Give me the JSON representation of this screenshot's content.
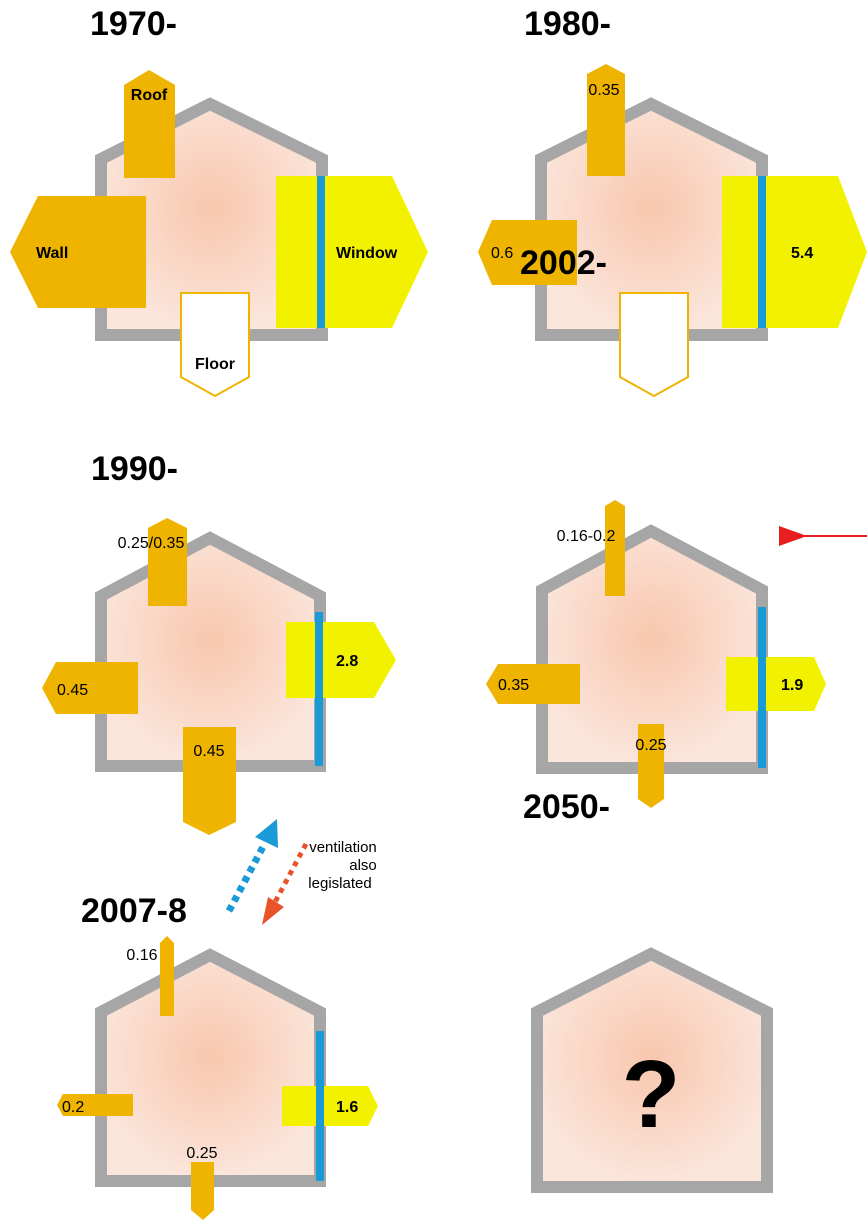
{
  "colors": {
    "wall": "#a6a6a6",
    "heat_element": "#eeb400",
    "window_element": "#f2f200",
    "glass": "#1a9ad6",
    "interior": "#fbe6dc",
    "interior_center": "#f8c7ae",
    "ventilation_out": "#1a9ad6",
    "ventilation_in": "#e8532a",
    "pointer_arrow": "#e61e1e"
  },
  "panels": [
    {
      "year": "1970-",
      "roof": "Roof",
      "wall": "Wall",
      "window": "Window",
      "floor": "Floor"
    },
    {
      "year": "1980-",
      "roof": "0.35",
      "wall": "0.6",
      "window": "5.4"
    },
    {
      "year": "1990-",
      "roof": "0.25/0.35",
      "wall": "0.45",
      "window": "2.8",
      "floor": "0.45"
    },
    {
      "year": "2002-",
      "roof": "0.16-0.2",
      "wall": "0.35",
      "window": "1.9",
      "floor": "0.25"
    },
    {
      "year": "2007-8",
      "roof": "0.16",
      "wall": "0.2",
      "window": "1.6",
      "floor": "0.25",
      "ventilation_note": [
        "ventilation",
        "also",
        "legislated"
      ]
    },
    {
      "year": "2050-",
      "unknown": "?"
    }
  ]
}
